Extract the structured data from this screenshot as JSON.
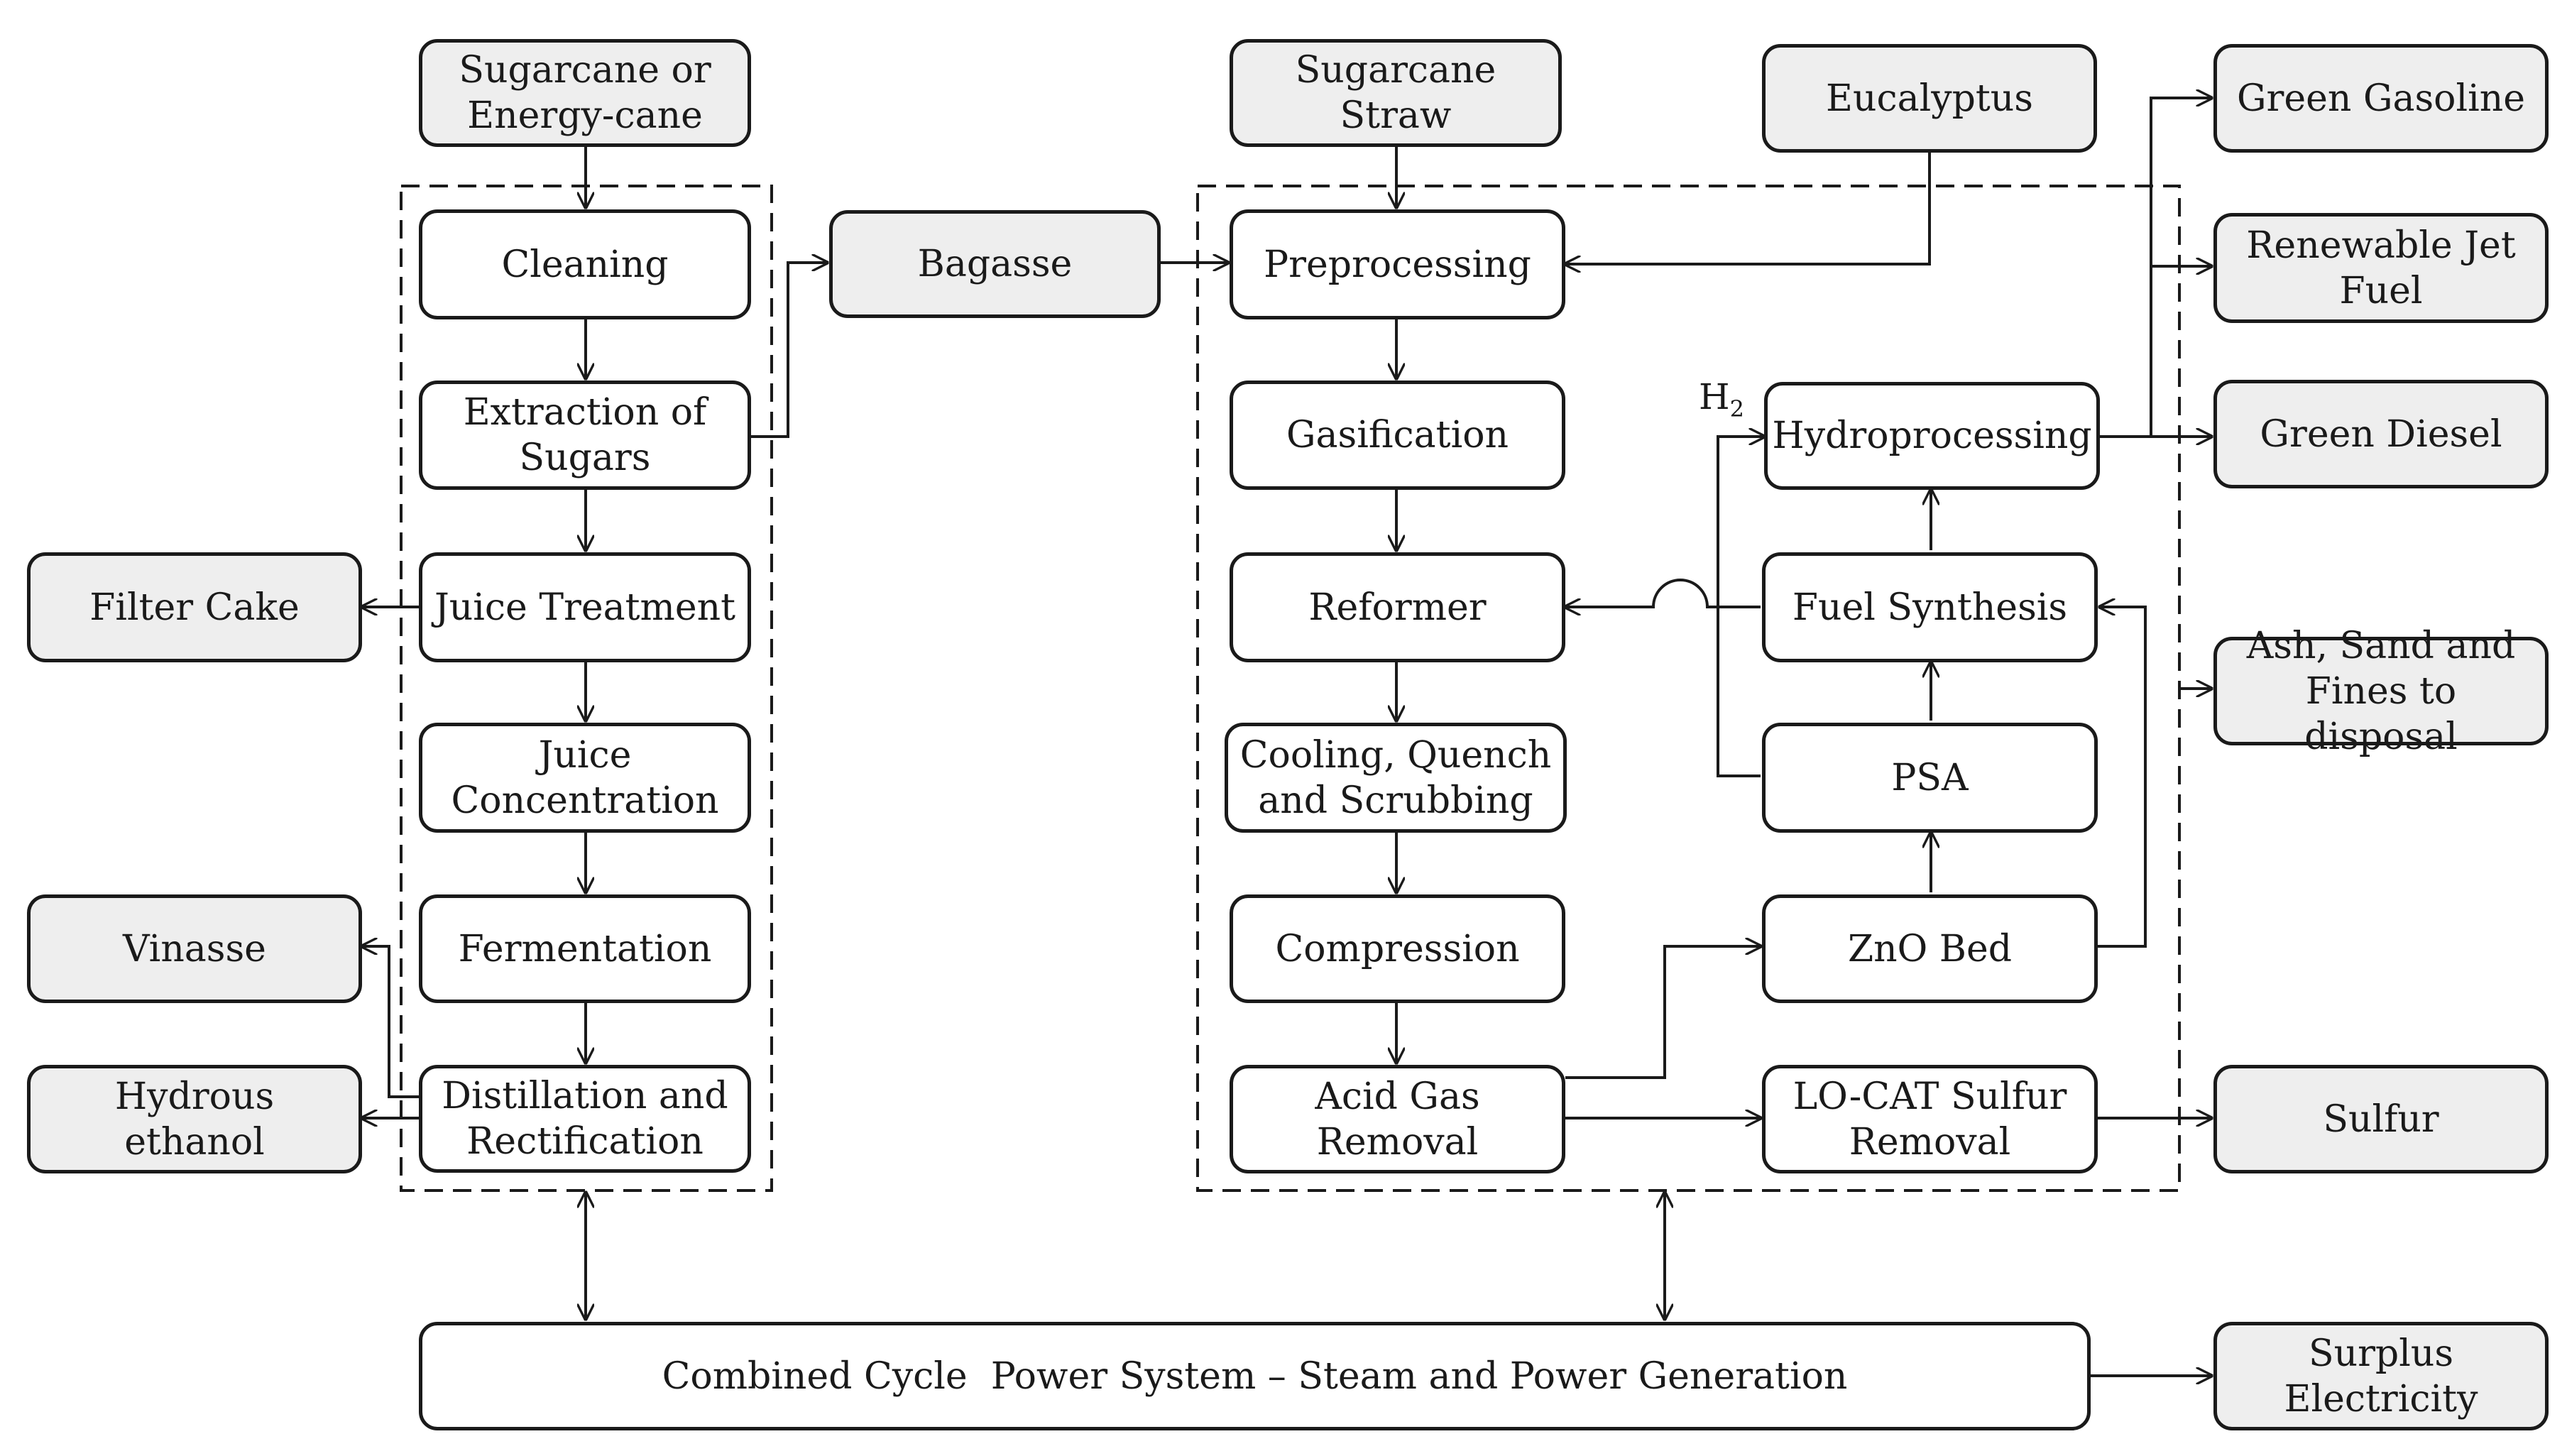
{
  "inputs": {
    "sugarcane": "Sugarcane or\nEnergy-cane",
    "straw": "Sugarcane\nStraw",
    "eucalyptus": "Eucalyptus"
  },
  "intermediate": {
    "bagasse": "Bagasse"
  },
  "sugar_process": {
    "cleaning": "Cleaning",
    "extraction": "Extraction of\nSugars",
    "juice_treatment": "Juice Treatment",
    "juice_concentration": "Juice\nConcentration",
    "fermentation": "Fermentation",
    "distillation": "Distillation and\nRectification"
  },
  "btl_process": {
    "preprocessing": "Preprocessing",
    "gasification": "Gasification",
    "reformer": "Reformer",
    "cooling": "Cooling, Quench\nand Scrubbing",
    "compression": "Compression",
    "acid_gas": "Acid Gas\nRemoval",
    "hydroprocessing": "Hydroprocessing",
    "fuel_synthesis": "Fuel Synthesis",
    "psa": "PSA",
    "zno_bed": "ZnO Bed",
    "locat": "LO-CAT Sulfur\nRemoval"
  },
  "h2_label": {
    "main": "H",
    "subscript": "2"
  },
  "products": {
    "filter_cake": "Filter Cake",
    "vinasse": "Vinasse",
    "hydrous_ethanol": "Hydrous\nethanol",
    "green_gasoline": "Green Gasoline",
    "jet_fuel": "Renewable Jet\nFuel",
    "green_diesel": "Green Diesel",
    "ash": "Ash, Sand and\nFines to disposal",
    "sulfur": "Sulfur",
    "surplus_electricity": "Surplus\nElectricity"
  },
  "power": {
    "combined_cycle": "Combined Cycle  Power System – Steam and Power Generation"
  }
}
